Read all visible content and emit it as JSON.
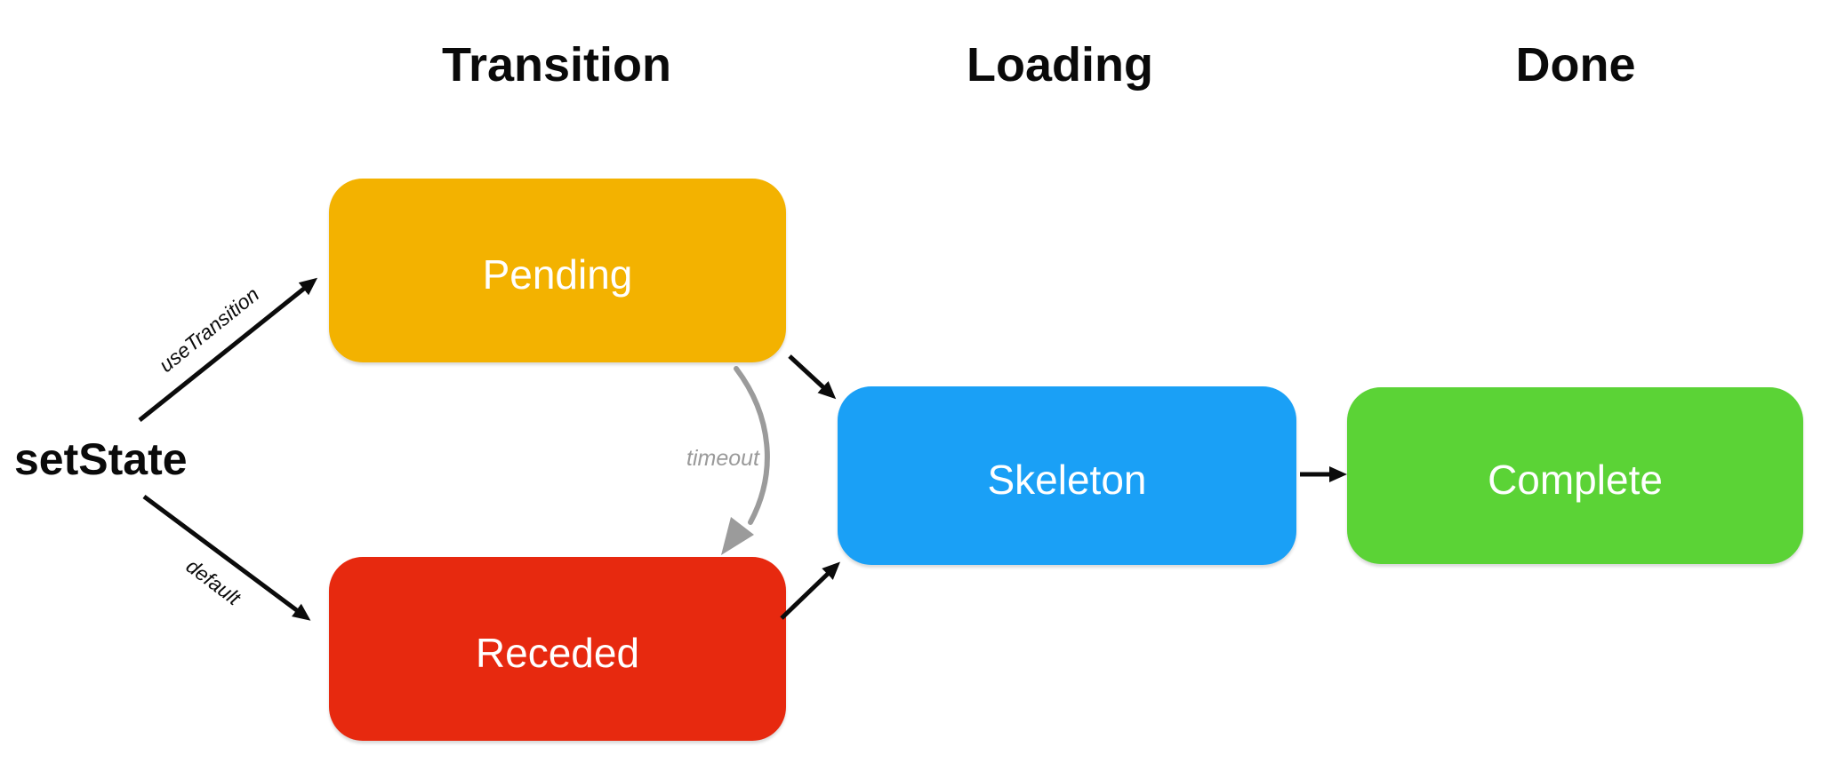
{
  "canvas": {
    "background": "#FFFFFF"
  },
  "column_headers": [
    {
      "label": "Transition"
    },
    {
      "label": "Loading"
    },
    {
      "label": "Done"
    }
  ],
  "source": {
    "label": "setState"
  },
  "nodes": [
    {
      "id": "pending",
      "label": "Pending",
      "color": "#F3B200",
      "text_color": "#FFFFFF"
    },
    {
      "id": "receded",
      "label": "Receded",
      "color": "#E7290F",
      "text_color": "#FFFFFF"
    },
    {
      "id": "skeleton",
      "label": "Skeleton",
      "color": "#1AA0F6",
      "text_color": "#FFFFFF"
    },
    {
      "id": "complete",
      "label": "Complete",
      "color": "#5BD336",
      "text_color": "#FFFFFF"
    }
  ],
  "edges": [
    {
      "id": "use-transition",
      "label": "useTransition",
      "from": "setState",
      "to": "Pending",
      "color": "#0B0B0B",
      "style": "straight-arrow"
    },
    {
      "id": "default",
      "label": "default",
      "from": "setState",
      "to": "Receded",
      "color": "#0B0B0B",
      "style": "straight-arrow"
    },
    {
      "id": "timeout",
      "label": "timeout",
      "from": "Pending",
      "to": "Receded",
      "color": "#9B9B9B",
      "style": "sketchy-curved-arrow"
    },
    {
      "id": "pending-skeleton",
      "label": "",
      "from": "Pending",
      "to": "Skeleton",
      "color": "#0B0B0B",
      "style": "straight-arrow"
    },
    {
      "id": "receded-skeleton",
      "label": "",
      "from": "Receded",
      "to": "Skeleton",
      "color": "#0B0B0B",
      "style": "straight-arrow"
    },
    {
      "id": "skeleton-complete",
      "label": "",
      "from": "Skeleton",
      "to": "Complete",
      "color": "#0B0B0B",
      "style": "straight-arrow"
    }
  ]
}
